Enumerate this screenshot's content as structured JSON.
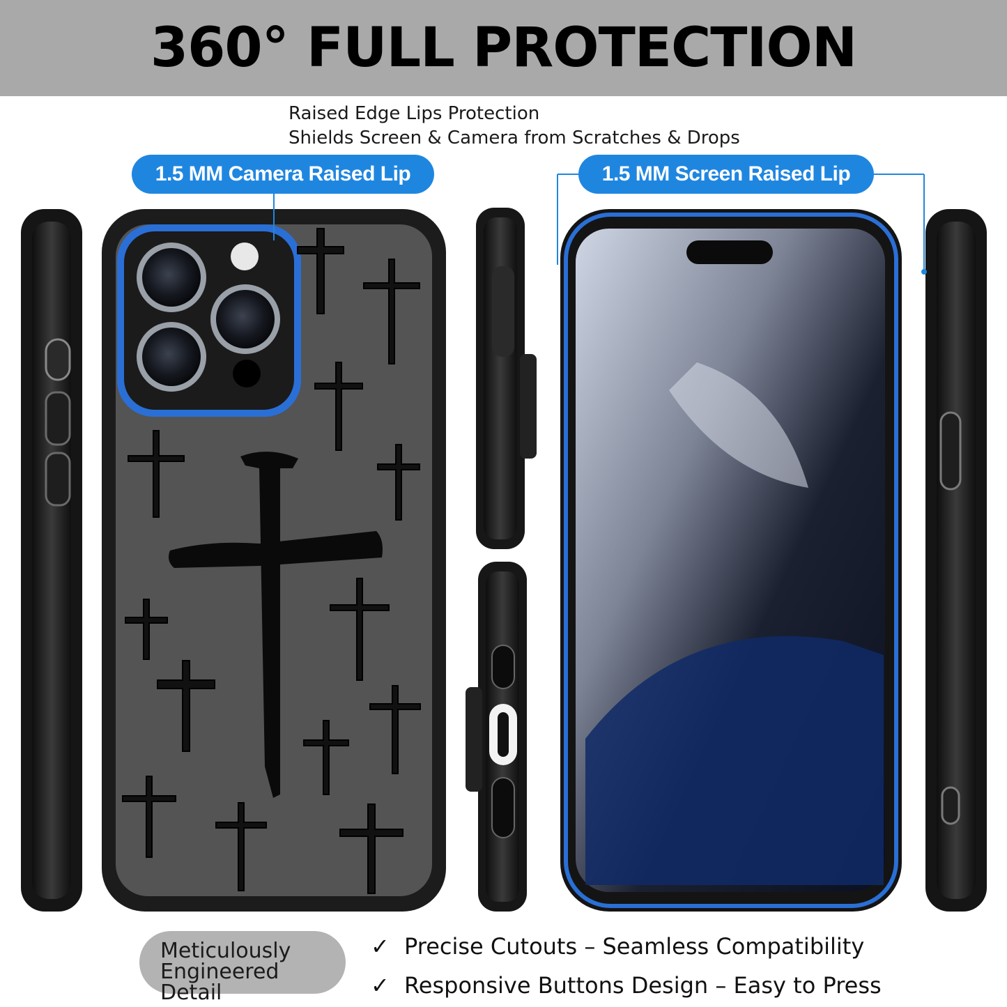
{
  "banner": {
    "title": "360° FULL PROTECTION"
  },
  "subtitle": {
    "line1": "Raised Edge Lips Protection",
    "line2": "Shields Screen & Camera from Scratches & Drops"
  },
  "callouts": {
    "camera": "1.5 MM Camera Raised Lip",
    "screen": "1.5 MM Screen Raised Lip"
  },
  "detail_badge": {
    "line1": "Meticulously",
    "line2": "Engineered Detail"
  },
  "features": [
    {
      "icon": "check-icon",
      "glyph": "✓",
      "text": "Precise Cutouts – Seamless Compatibility"
    },
    {
      "icon": "check-icon",
      "glyph": "✓",
      "text": "Responsive Buttons Design – Easy to Press"
    }
  ],
  "colors": {
    "banner_bg": "#a9a9a9",
    "callout_blue": "#1f86e0",
    "case_black": "#1c1c1c",
    "case_back": "#545454",
    "badge_bg": "#b3b3b3"
  }
}
